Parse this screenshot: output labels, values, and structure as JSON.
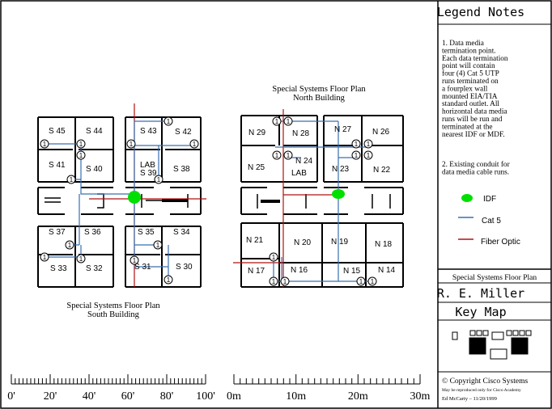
{
  "legend": {
    "header": "Legend Notes",
    "note1": [
      "1. Data media",
      "termination point.",
      "Each data termination",
      "point will contain",
      "four (4) Cat 5 UTP",
      "runs terminated on",
      "a fourplex wall",
      "mounted EIA/TIA",
      "standard outlet. All",
      "horizontal data media",
      "runs will be run and",
      "terminated at the",
      "nearest IDF or MDF."
    ],
    "note2": [
      "2. Existing conduit for",
      "data media cable runs."
    ],
    "items": [
      {
        "label": "IDF",
        "color": "#00e000"
      },
      {
        "label": "Cat 5",
        "color": "#3a6fb0"
      },
      {
        "label": "Fiber Optic",
        "color": "#b01010"
      }
    ]
  },
  "title_block": {
    "plan_title": "Special Systems Floor Plan",
    "author": "R. E. Miller",
    "key_map_label": "Key Map",
    "copyright": "© Copyright Cisco Systems",
    "restriction": "May be reproduced only for Cisco Academy",
    "drafter": "Ed McCarty – 11/20/1999"
  },
  "south_building": {
    "title_line1": "Special Systems Floor Plan",
    "title_line2": "South Building",
    "rooms": [
      "S 45",
      "S 44",
      "S 41",
      "S 40",
      "S 43",
      "S 42",
      "LAB",
      "S 39",
      "S 38",
      "S 37",
      "S 36",
      "S 33",
      "S 32",
      "S 35",
      "S 34",
      "S 31",
      "S 30"
    ]
  },
  "north_building": {
    "title_line1": "Special Systems Floor Plan",
    "title_line2": "North Building",
    "rooms": [
      "N 29",
      "N 28",
      "N 27",
      "N 26",
      "N 25",
      "N 24",
      "LAB",
      "N 23",
      "N 22",
      "N 21",
      "N 20",
      "N 19",
      "N 18",
      "N 17",
      "N 16",
      "N 15",
      "N 14"
    ]
  },
  "scales": {
    "feet": [
      "0'",
      "20'",
      "40'",
      "60'",
      "80'",
      "100'"
    ],
    "meters": [
      "0m",
      "10m",
      "20m",
      "30m"
    ]
  },
  "colors": {
    "idf": "#00e000",
    "cat5": "#3a6fb0",
    "fiber": "#b01010",
    "wall": "#000000"
  },
  "data_point_marker": "1"
}
